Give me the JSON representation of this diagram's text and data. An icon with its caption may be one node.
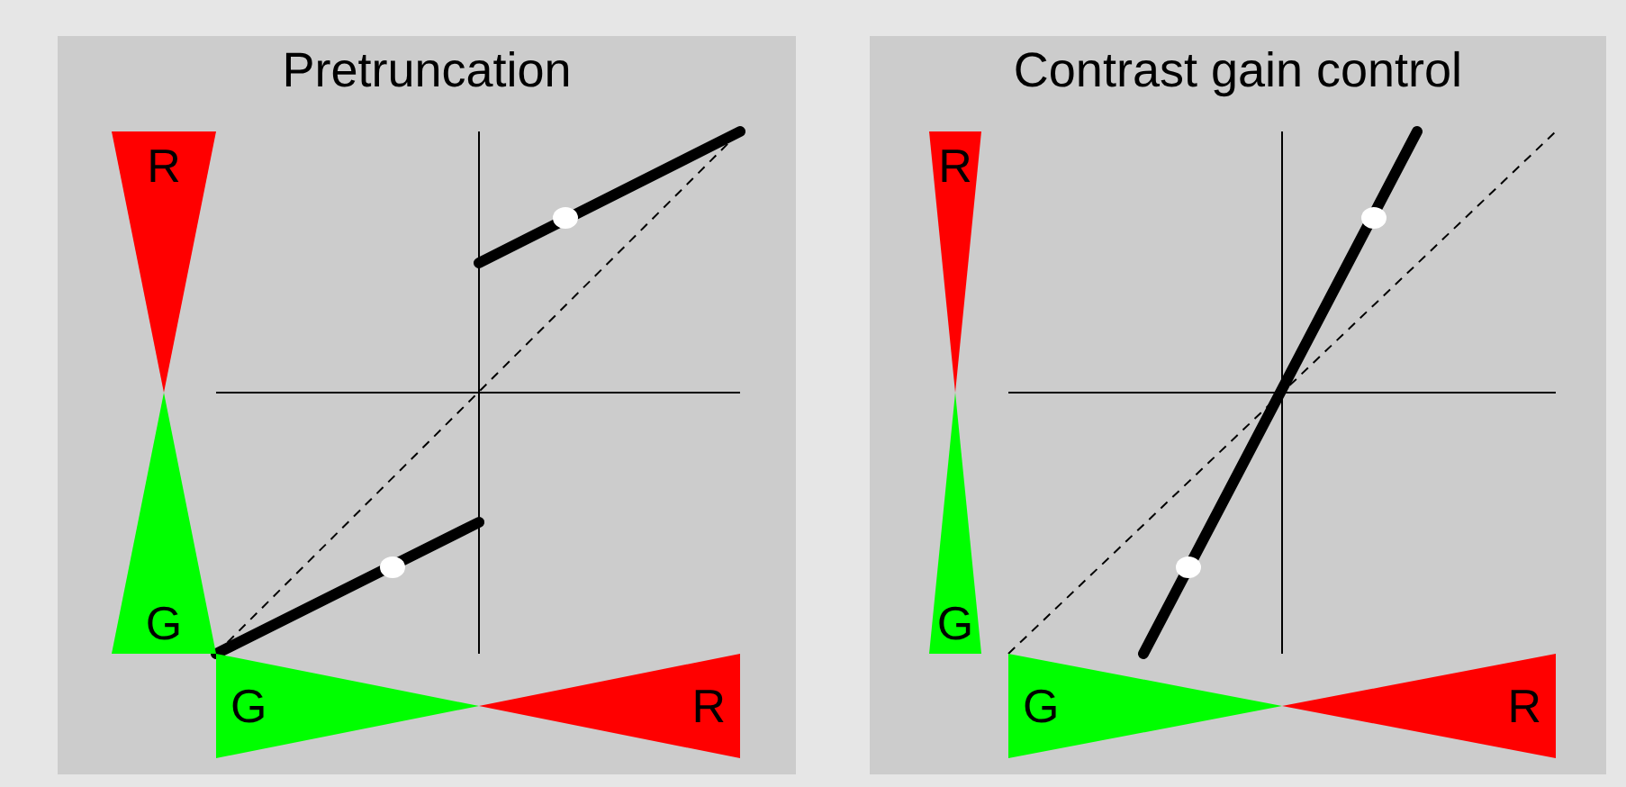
{
  "diagram": {
    "nodes": [
      {
        "text": [
          "Pretruncation"
        ]
      },
      {
        "text": [
          "R"
        ],
        "in": 0
      },
      {
        "text": [
          "G"
        ],
        "in": 0
      },
      {
        "text": [
          "G"
        ],
        "in": 0
      },
      {
        "text": [
          "R"
        ],
        "in": 0
      },
      {
        "text": [
          "Contrast gain control"
        ]
      },
      {
        "text": [
          "R"
        ],
        "in": 5
      },
      {
        "text": [
          "G"
        ],
        "in": 5
      },
      {
        "text": [
          "G"
        ],
        "in": 5
      },
      {
        "text": [
          "R"
        ],
        "in": 5
      }
    ],
    "edges": []
  }
}
